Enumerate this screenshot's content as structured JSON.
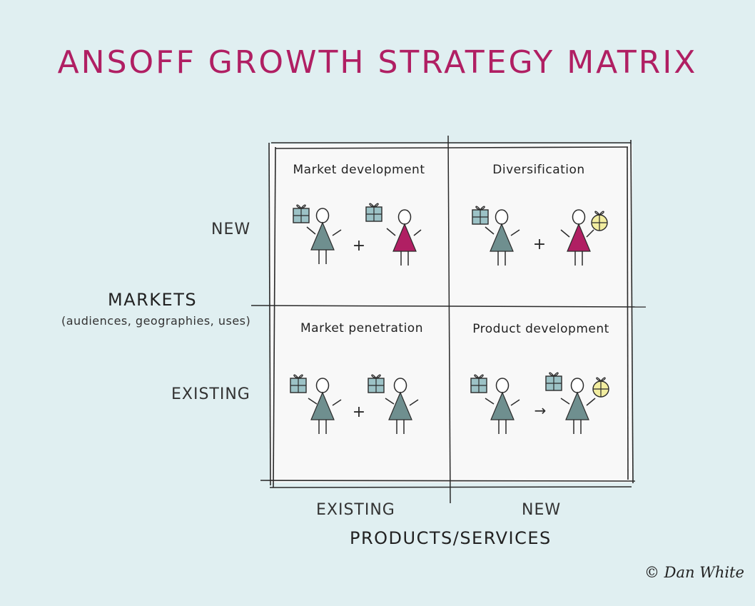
{
  "title": "ANSOFF GROWTH STRATEGY MATRIX",
  "quadrants": {
    "top_left": "Market development",
    "top_right": "Diversification",
    "bottom_left": "Market penetration",
    "bottom_right": "Product development"
  },
  "markets_axis": {
    "title": "MARKETS",
    "subtitle": "(audiences, geographies, uses)",
    "levels": {
      "top": "NEW",
      "bottom": "EXISTING"
    }
  },
  "products_axis": {
    "title": "PRODUCTS/SERVICES",
    "levels": {
      "left": "EXISTING",
      "right": "NEW"
    }
  },
  "symbols": {
    "plus": "+",
    "arrow": "→"
  },
  "credit": "© Dan White",
  "colors": {
    "title": "#b01f63",
    "background": "#e0eff1",
    "matrix_fill": "#f8f8f8",
    "existing_person": "#6f8f8f",
    "new_person": "#b01f63",
    "existing_product": "#9cc2c6",
    "new_product": "#f2eda0"
  },
  "icons": [
    "person-icon",
    "gift-box-icon",
    "new-gift-icon",
    "plus-icon",
    "arrow-right-icon"
  ]
}
